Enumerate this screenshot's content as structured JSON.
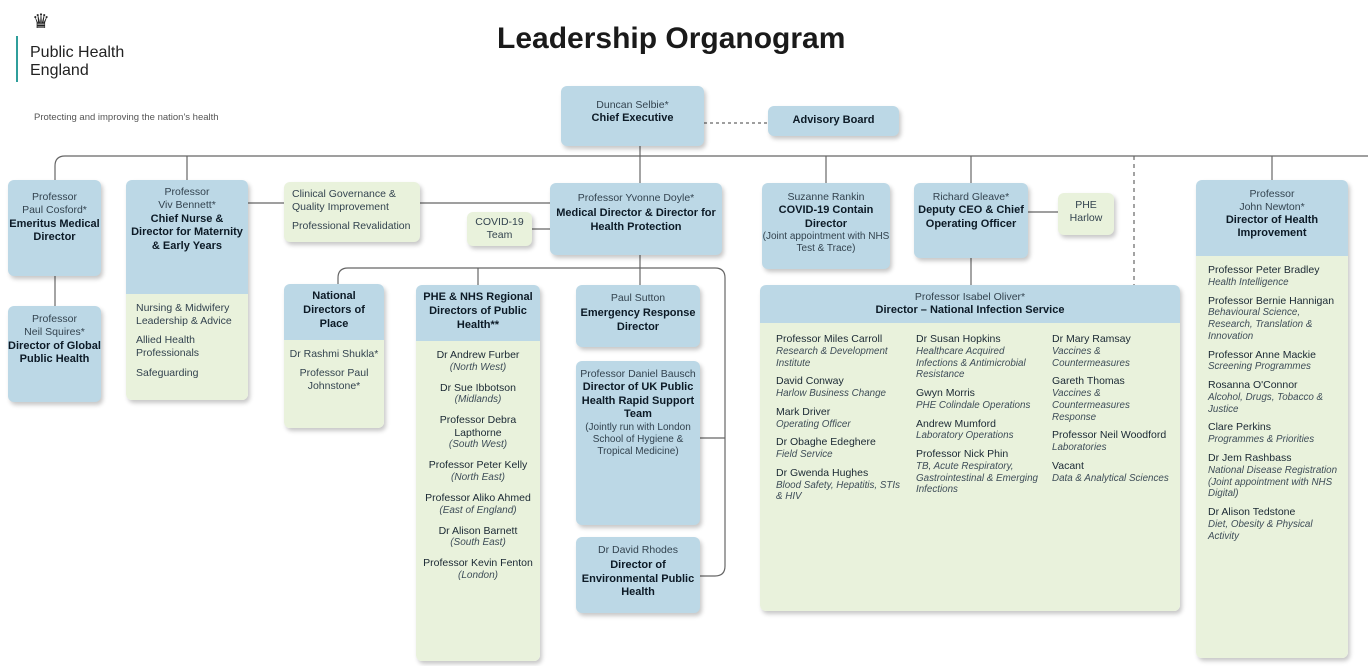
{
  "header": {
    "logo_line1": "Public Health",
    "logo_line2": "England",
    "tagline": "Protecting and improving the nation's health",
    "title": "Leadership Organogram"
  },
  "colors": {
    "box_blue": "#bcd8e6",
    "box_green": "#e9f2dc",
    "line": "#666666"
  },
  "icons": {
    "crest": "royal-crest-icon"
  },
  "ceo": {
    "name": "Duncan Selbie*",
    "title": "Chief Executive"
  },
  "advisory": {
    "title": "Advisory Board"
  },
  "costford": {
    "name1": "Professor",
    "name2": "Paul Cosford*",
    "title": "Emeritus Medical Director"
  },
  "squires": {
    "name1": "Professor",
    "name2": "Neil Squires*",
    "title": "Director of Global Public Health"
  },
  "bannett": {
    "name1": "Professor",
    "name2": "Viv Bennett*",
    "title": "Chief Nurse & Director for Maternity & Early Years",
    "items": [
      "Nursing & Midwifery Leadership & Advice",
      "Allied Health Professionals",
      "Safeguarding"
    ]
  },
  "clinical": {
    "items": [
      "Clinical Governance & Quality Improvement",
      "Professional Revalidation"
    ]
  },
  "covid_team": {
    "title": "COVID-19 Team"
  },
  "doyle": {
    "name": "Professor Yvonne Doyle*",
    "title": "Medical Director & Director for Health Protection"
  },
  "rankin": {
    "name": "Suzanne Rankin",
    "title": "COVID-19 Contain Director",
    "note": "(Joint appointment with NHS Test & Trace)"
  },
  "gleave": {
    "name": "Richard Gleave*",
    "title": "Deputy CEO & Chief Operating Officer"
  },
  "harlow": {
    "title": "PHE Harlow"
  },
  "newton": {
    "name1": "Professor",
    "name2": "John Newton*",
    "title": "Director of Health Improvement",
    "people": [
      {
        "name": "Professor Peter Bradley",
        "role": "Health Intelligence"
      },
      {
        "name": "Professor Bernie Hannigan",
        "role": "Behavioural Science, Research, Translation & Innovation"
      },
      {
        "name": "Professor Anne Mackie",
        "role": "Screening Programmes"
      },
      {
        "name": "Rosanna O'Connor",
        "role": "Alcohol, Drugs, Tobacco & Justice"
      },
      {
        "name": "Clare Perkins",
        "role": "Programmes & Priorities"
      },
      {
        "name": "Dr Jem Rashbass",
        "role": "National Disease Registration (Joint appointment with NHS Digital)"
      },
      {
        "name": "Dr Alison Tedstone",
        "role": "Diet, Obesity & Physical Activity"
      }
    ]
  },
  "place": {
    "title": "National Directors of Place",
    "people": [
      "Dr Rashmi Shukla*",
      "Professor Paul Johnstone*"
    ]
  },
  "regional": {
    "title": "PHE & NHS Regional Directors of Public Health**",
    "people": [
      {
        "name": "Dr Andrew Furber",
        "region": "(North West)"
      },
      {
        "name": "Dr Sue Ibbotson",
        "region": "(Midlands)"
      },
      {
        "name": "Professor Debra Lapthorne",
        "region": "(South West)"
      },
      {
        "name": "Professor Peter Kelly",
        "region": "(North East)"
      },
      {
        "name": "Professor Aliko Ahmed",
        "region": "(East of England)"
      },
      {
        "name": "Dr Alison Barnett",
        "region": "(South East)"
      },
      {
        "name": "Professor Kevin Fenton",
        "region": "(London)"
      }
    ]
  },
  "sutton": {
    "name": "Paul Sutton",
    "title": "Emergency Response Director"
  },
  "bausch": {
    "name": "Professor Daniel Bausch",
    "title": "Director of UK Public Health Rapid Support Team",
    "note": "(Jointly run with London School of Hygiene & Tropical Medicine)"
  },
  "rhodes": {
    "name": "Dr David Rhodes",
    "title": "Director of Environmental Public Health"
  },
  "oliver": {
    "name": "Professor Isabel Oliver*",
    "title": "Director – National Infection Service",
    "col1": [
      {
        "name": "Professor Miles Carroll",
        "role": "Research & Development Institute"
      },
      {
        "name": "David Conway",
        "role": "Harlow Business Change"
      },
      {
        "name": "Mark Driver",
        "role": "Operating Officer"
      },
      {
        "name": "Dr Obaghe Edeghere",
        "role": "Field Service"
      },
      {
        "name": "Dr Gwenda Hughes",
        "role": "Blood Safety, Hepatitis, STIs & HIV"
      }
    ],
    "col2": [
      {
        "name": "Dr Susan Hopkins",
        "role": "Healthcare Acquired Infections & Antimicrobial Resistance"
      },
      {
        "name": "Gwyn Morris",
        "role": "PHE Colindale Operations"
      },
      {
        "name": "Andrew Mumford",
        "role": "Laboratory Operations"
      },
      {
        "name": "Professor Nick Phin",
        "role": "TB, Acute Respiratory, Gastrointestinal & Emerging Infections"
      }
    ],
    "col3": [
      {
        "name": "Dr Mary Ramsay",
        "role": "Vaccines & Countermeasures"
      },
      {
        "name": "Gareth Thomas",
        "role": "Vaccines & Countermeasures Response"
      },
      {
        "name": "Professor Neil Woodford",
        "role": "Laboratories"
      },
      {
        "name": "Vacant",
        "role": "Data & Analytical Sciences"
      }
    ]
  }
}
